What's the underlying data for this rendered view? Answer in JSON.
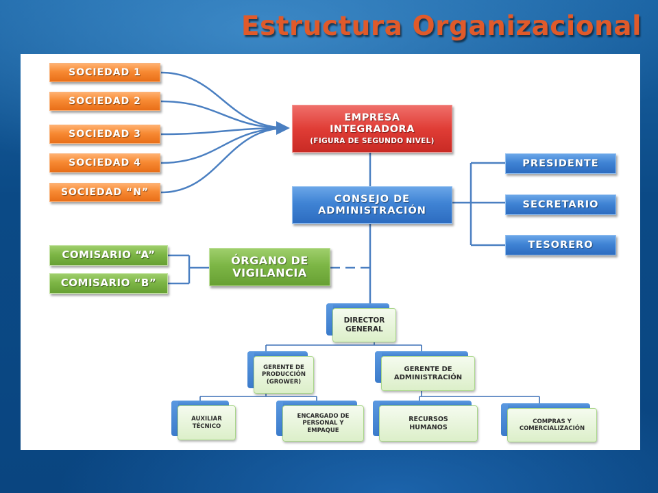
{
  "title": "Estructura Organizacional",
  "sociedades": [
    "SOCIEDAD 1",
    "SOCIEDAD 2",
    "SOCIEDAD 3",
    "SOCIEDAD 4",
    "SOCIEDAD “N”"
  ],
  "empresa": {
    "line1": "EMPRESA",
    "line2": "INTEGRADORA",
    "sub": "(FIGURA DE SEGUNDO NIVEL)"
  },
  "consejo": "CONSEJO DE ADMINISTRACIÓN",
  "officers": [
    "PRESIDENTE",
    "SECRETARIO",
    "TESORERO"
  ],
  "comisarios": [
    "COMISARIO “A”",
    "COMISARIO “B”"
  ],
  "organo": "ÓRGANO DE VIGILANCIA",
  "director": "DIRECTOR GENERAL",
  "gerentes": {
    "produccion": "GERENTE DE PRODUCCIÓN (GROWER)",
    "administracion": "GERENTE DE ADMINISTRACIÓN"
  },
  "staff": {
    "auxiliar": "AUXILIAR TÉCNICO",
    "encargado": "ENCARGADO DE PERSONAL Y EMPAQUE",
    "recursos": "RECURSOS HUMANOS",
    "compras": "COMPRAS Y COMERCIALIZACIÓN"
  },
  "colors": {
    "orange": "#f78a33",
    "red": "#e03d36",
    "blue": "#3f83d4",
    "green": "#7db646",
    "title": "#e05a2a",
    "connector": "#4a7fc1"
  }
}
